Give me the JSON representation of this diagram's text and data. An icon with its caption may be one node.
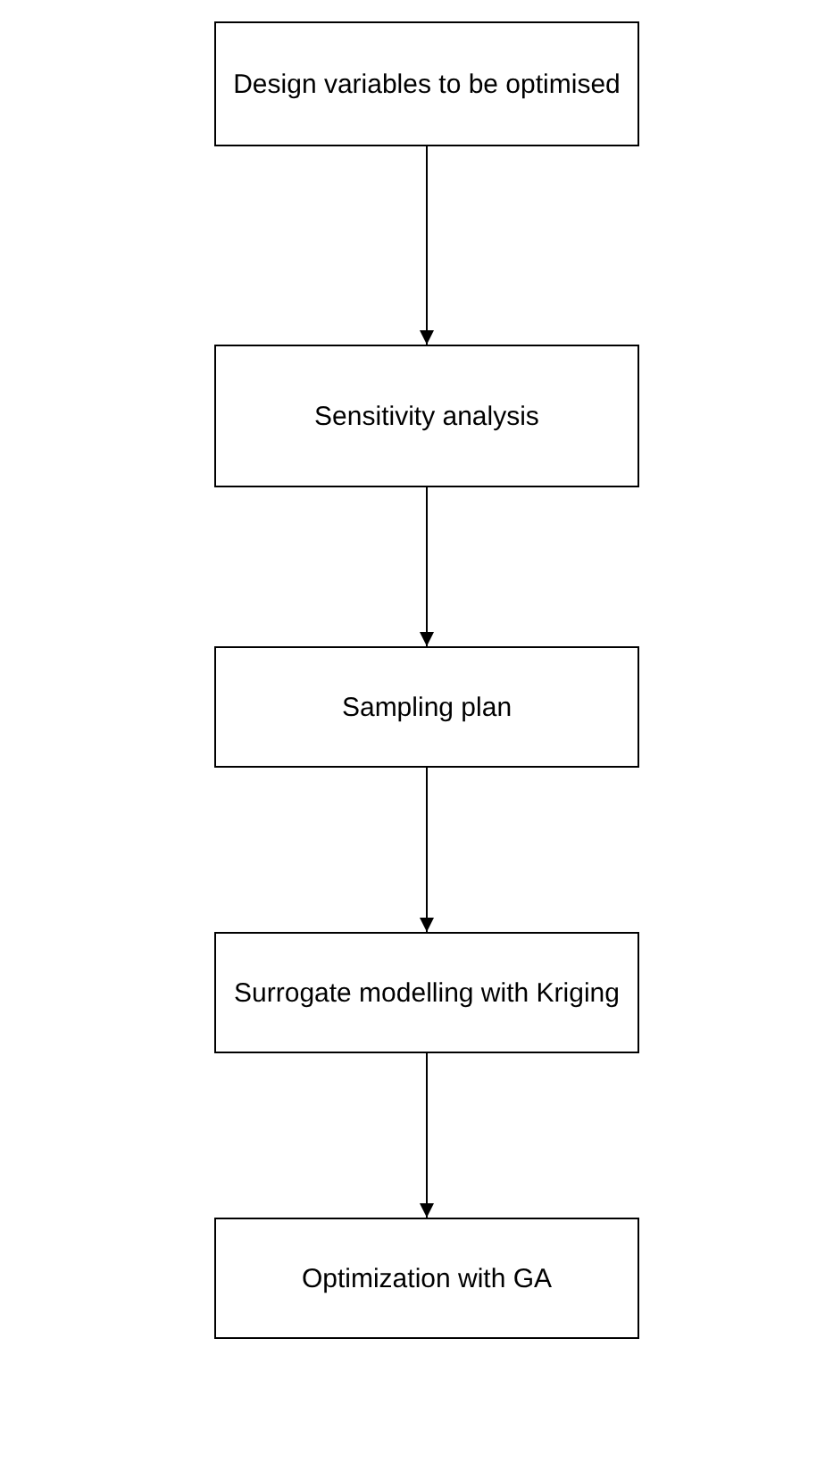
{
  "diagram": {
    "nodes": [
      {
        "text": [
          "Design variables to be optimised"
        ]
      },
      {
        "text": [
          "Sensitivity analysis"
        ]
      },
      {
        "text": [
          "Sampling plan"
        ]
      },
      {
        "text": [
          "Surrogate modelling with Kriging"
        ]
      },
      {
        "text": [
          "Optimization with GA"
        ]
      }
    ],
    "edges": [
      {
        "from": 0,
        "to": 1,
        "arrow": "to"
      },
      {
        "from": 1,
        "to": 2,
        "arrow": "to"
      },
      {
        "from": 2,
        "to": 3,
        "arrow": "to"
      },
      {
        "from": 3,
        "to": 4,
        "arrow": "to"
      }
    ]
  }
}
